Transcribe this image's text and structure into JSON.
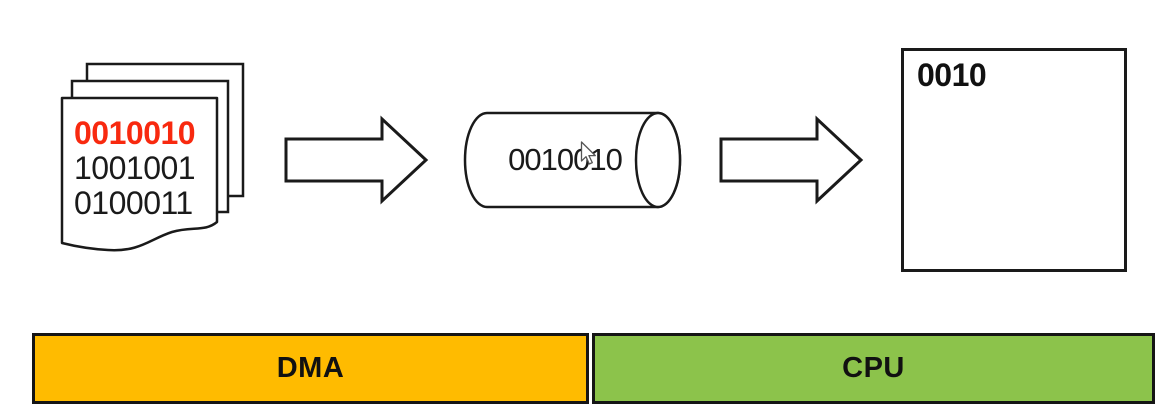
{
  "colors": {
    "dma_bar": "#ffbb00",
    "cpu_bar": "#8cc34b",
    "highlight_red": "#f8290f",
    "line_art_stroke": "#1a1a1a"
  },
  "documents": {
    "lines": [
      {
        "text": "0010010",
        "highlighted": true
      },
      {
        "text": "1001001",
        "highlighted": false
      },
      {
        "text": "0100011",
        "highlighted": false
      }
    ]
  },
  "buffer": {
    "text": "0010010"
  },
  "memory_box": {
    "text": "0010"
  },
  "phase_bars": [
    {
      "label": "DMA",
      "color": "#ffbb00"
    },
    {
      "label": "CPU",
      "color": "#8cc34b"
    }
  ],
  "icons": {
    "cursor": "mouse-pointer-icon",
    "arrows": "block-arrow-right-icon",
    "documents": "document-stack-icon",
    "buffer": "cylinder-icon"
  }
}
